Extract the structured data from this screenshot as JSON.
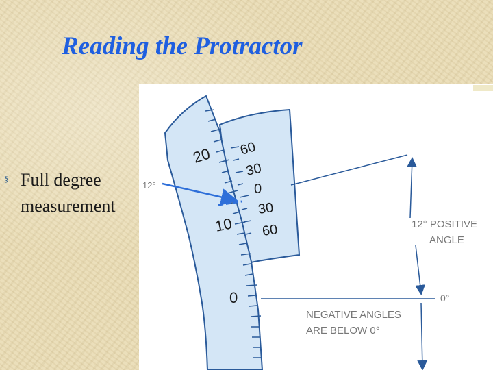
{
  "slide": {
    "title": "Reading the Protractor",
    "bullet_text": "Full degree measurement",
    "bullet_symbol": "§"
  },
  "diagram": {
    "main_scale_labels": [
      "20",
      "10",
      "0"
    ],
    "vernier_labels": [
      "60",
      "30",
      "0",
      "30",
      "60"
    ],
    "pointer_label": "12°",
    "positive_label_line1": "12° POSITIVE",
    "positive_label_line2": "ANGLE",
    "zero_label": "0°",
    "negative_label_line1": "NEGATIVE ANGLES",
    "negative_label_line2": "ARE BELOW 0°",
    "colors": {
      "title": "#1f5fe0",
      "scale_fill": "#d4e6f6",
      "line": "#2a5a9a",
      "pointer": "#2e6fd9"
    }
  }
}
